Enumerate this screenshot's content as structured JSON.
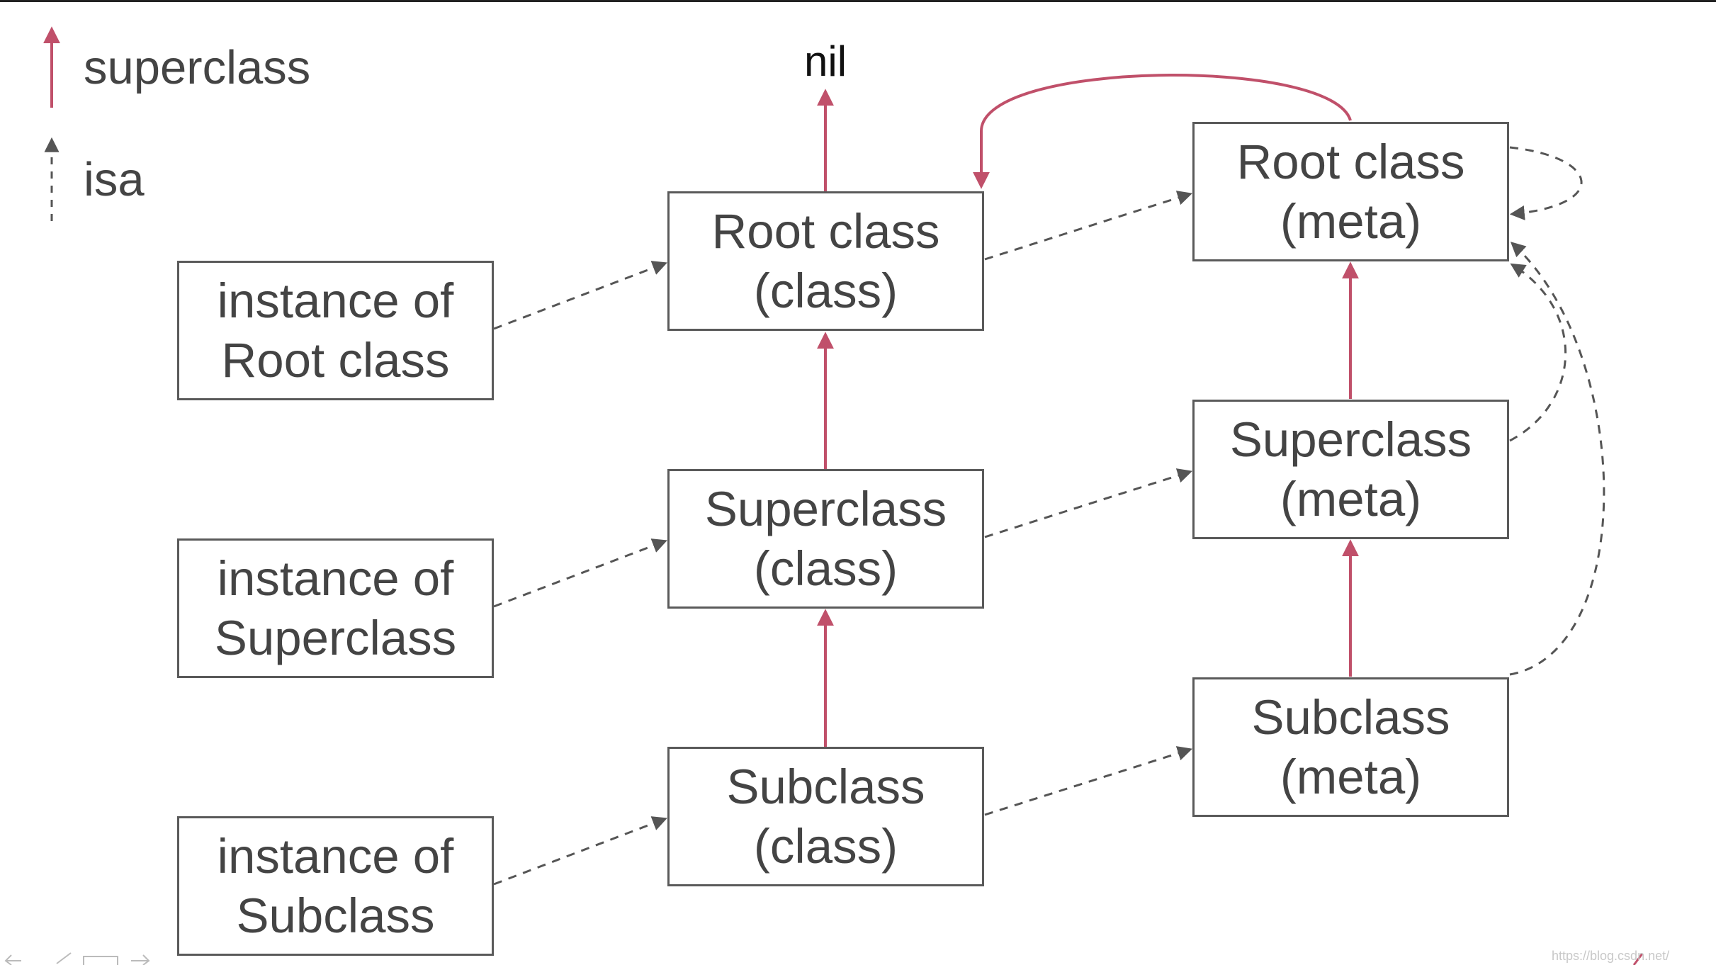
{
  "legend": {
    "superclass_label": "superclass",
    "isa_label": "isa"
  },
  "nil_label": "nil",
  "instances": {
    "root": [
      "instance of",
      "Root class"
    ],
    "super": [
      "instance of",
      "Superclass"
    ],
    "sub": [
      "instance of",
      "Subclass"
    ]
  },
  "classes": {
    "root": [
      "Root class",
      "(class)"
    ],
    "super": [
      "Superclass",
      "(class)"
    ],
    "sub": [
      "Subclass",
      "(class)"
    ]
  },
  "metaclasses": {
    "root": [
      "Root class",
      "(meta)"
    ],
    "super": [
      "Superclass",
      "(meta)"
    ],
    "sub": [
      "Subclass",
      "(meta)"
    ]
  },
  "watermark": "https://blog.csdn.net/",
  "colors": {
    "superclass_arrow": "#c0506a",
    "isa_arrow": "#555555",
    "box_border": "#5a5a5a",
    "text": "#444444"
  }
}
